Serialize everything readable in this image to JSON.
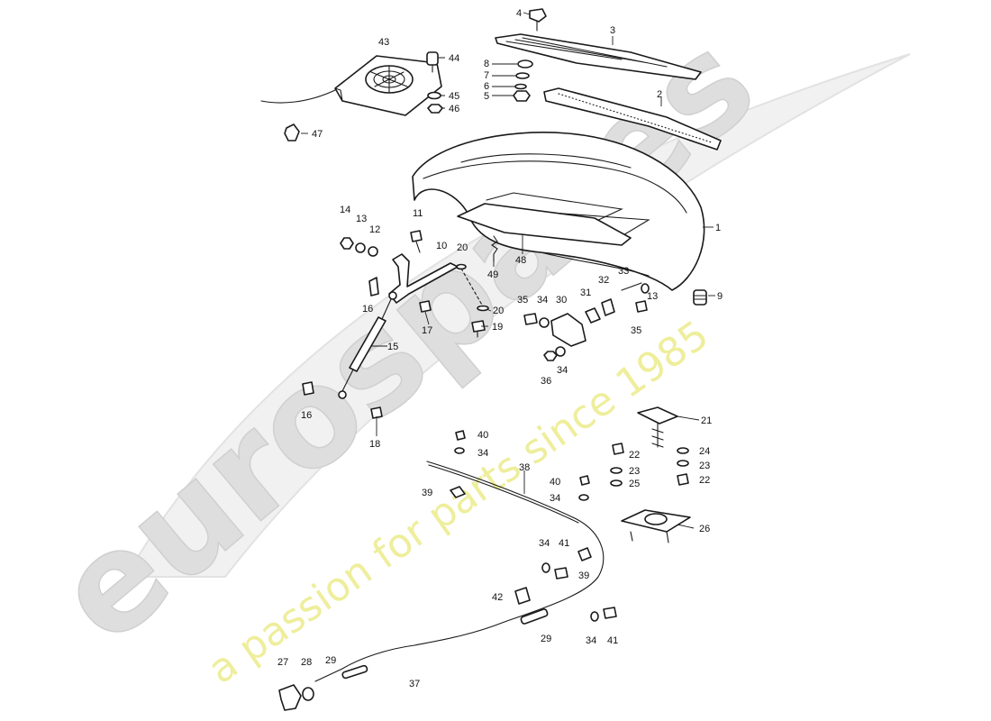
{
  "watermark": {
    "brand": "eurospares",
    "tagline": "a passion for parts since 1985",
    "brand_color": "#dcdcdc",
    "tagline_color": "#ecec9a"
  },
  "colors": {
    "line": "#1a1a1a",
    "text": "#111111",
    "paper": "#ffffff"
  },
  "callouts": {
    "c1": "1",
    "c2": "2",
    "c3": "3",
    "c4": "4",
    "c5": "5",
    "c6": "6",
    "c7": "7",
    "c8": "8",
    "c9": "9",
    "c10": "10",
    "c11": "11",
    "c12": "12",
    "c13a": "13",
    "c13b": "13",
    "c14": "14",
    "c15": "15",
    "c16a": "16",
    "c16b": "16",
    "c17": "17",
    "c18": "18",
    "c19": "19",
    "c20a": "20",
    "c20b": "20",
    "c21": "21",
    "c22a": "22",
    "c22b": "22",
    "c23a": "23",
    "c23b": "23",
    "c24": "24",
    "c25": "25",
    "c26": "26",
    "c27": "27",
    "c28": "28",
    "c29a": "29",
    "c29b": "29",
    "c30": "30",
    "c31": "31",
    "c32": "32",
    "c33": "33",
    "c34a": "34",
    "c34b": "34",
    "c34c": "34",
    "c34d": "34",
    "c34e": "34",
    "c34f": "34",
    "c35a": "35",
    "c35b": "35",
    "c36": "36",
    "c37": "37",
    "c38": "38",
    "c39a": "39",
    "c39b": "39",
    "c40a": "40",
    "c40b": "40",
    "c41a": "41",
    "c41b": "41",
    "c42": "42",
    "c43": "43",
    "c44": "44",
    "c45": "45",
    "c46": "46",
    "c47": "47",
    "c48": "48",
    "c49": "49"
  }
}
